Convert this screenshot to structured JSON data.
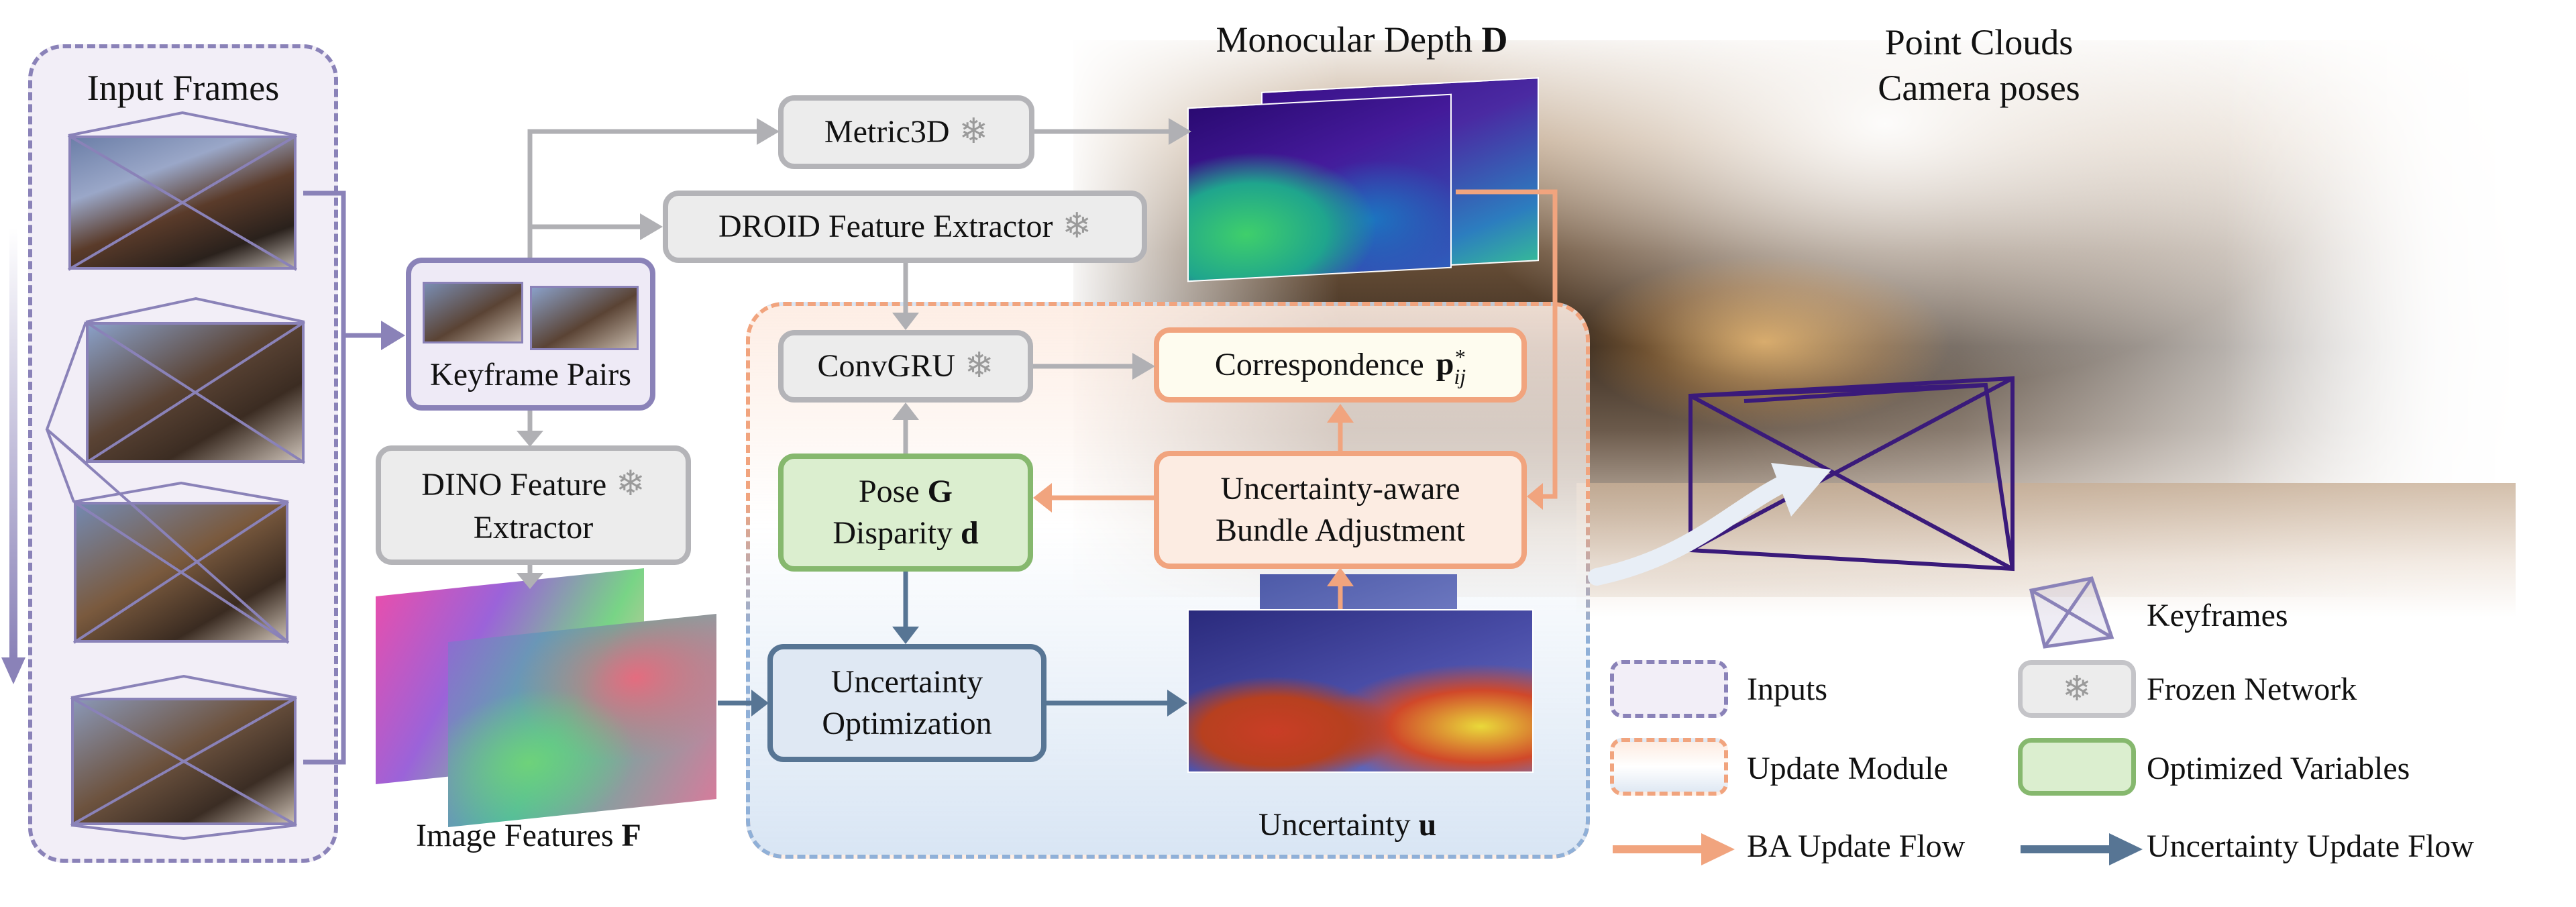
{
  "inputs": {
    "title": "Input Frames"
  },
  "keyframe_pairs": {
    "label": "Keyframe Pairs"
  },
  "nodes": {
    "metric3d": "Metric3D",
    "droid": "DROID Feature Extractor",
    "convgru": "ConvGRU",
    "correspondence": "Correspondence",
    "correspondence_symbol": "p",
    "correspondence_sup": "*",
    "correspondence_sub": "ij",
    "pose_line1": "Pose",
    "pose_symbol": "G",
    "disparity_line2": "Disparity",
    "disparity_symbol": "d",
    "uba_line1": "Uncertainty-aware",
    "uba_line2": "Bundle Adjustment",
    "dino_line1": "DINO Feature",
    "dino_line2": "Extractor",
    "unc_opt_line1": "Uncertainty",
    "unc_opt_line2": "Optimization",
    "snowflake": "❄"
  },
  "labels": {
    "mono_depth": "Monocular Depth",
    "mono_depth_symbol": "D",
    "image_features": "Image Features",
    "image_features_symbol": "F",
    "uncertainty": "Uncertainty",
    "uncertainty_symbol": "u",
    "point_clouds_line1": "Point Clouds",
    "point_clouds_line2": "Camera poses"
  },
  "legend": {
    "inputs": "Inputs",
    "update_module": "Update Module",
    "ba_flow": "BA Update Flow",
    "keyframes": "Keyframes",
    "frozen": "Frozen Network",
    "optimized": "Optimized Variables",
    "uncertainty_flow": "Uncertainty Update Flow"
  },
  "colors": {
    "gray_arrow": "#b0b0b4",
    "orange": "#f1a47e",
    "blue_dark": "#577594",
    "purple": "#8a82b8",
    "keyframe_purple": "#3a1a7a"
  }
}
